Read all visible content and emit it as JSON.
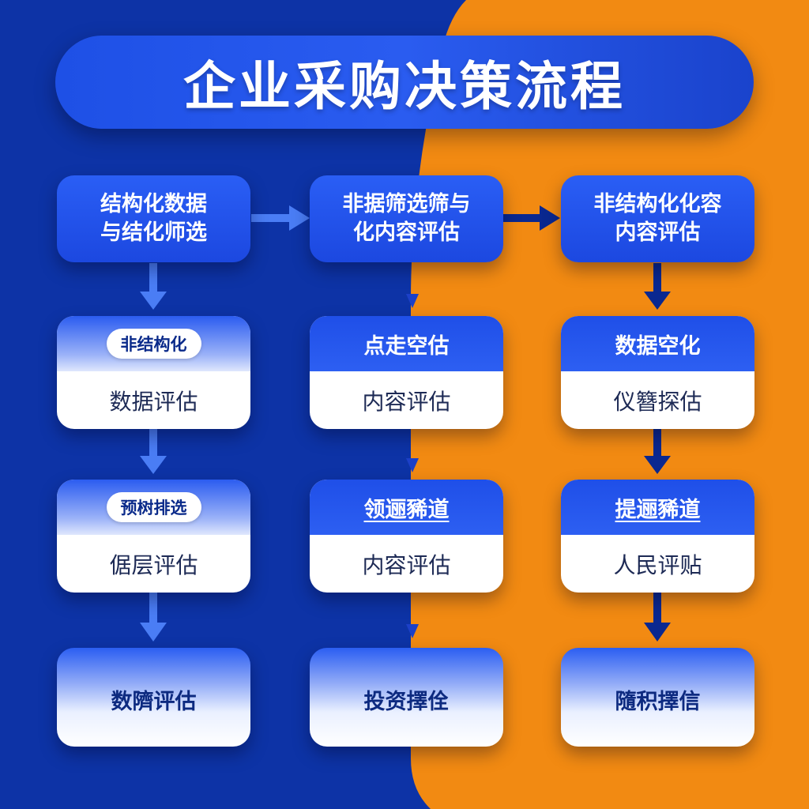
{
  "title": "企业采购决策流程",
  "columns": [
    {
      "header": [
        "结构化数据",
        "与结化师选"
      ],
      "steps": [
        {
          "head": "非结构化",
          "body": "数据评估"
        },
        {
          "head": "预树排选",
          "body": "倨层评估"
        }
      ],
      "final": "数隮评估"
    },
    {
      "header": [
        "非据筛选筛与",
        "化内容评估"
      ],
      "steps": [
        {
          "head": "点走空估",
          "body": "内容评估"
        },
        {
          "head": "领逦豨道",
          "body": "内容评估"
        }
      ],
      "final": "投资擇佺"
    },
    {
      "header": [
        "非结构化化容",
        "内容评估"
      ],
      "steps": [
        {
          "head": "数据空化",
          "body": "仪簪探估"
        },
        {
          "head": "提逦豨道",
          "body": "人民评贴"
        }
      ],
      "final": "隨积擇信"
    }
  ],
  "colors": {
    "background_left": "#0d33a6",
    "background_right": "#f28a12",
    "node_blue": "#1e4fe6",
    "arrow_blue": "#4a7df5",
    "arrow_dark": "#0a2890"
  }
}
